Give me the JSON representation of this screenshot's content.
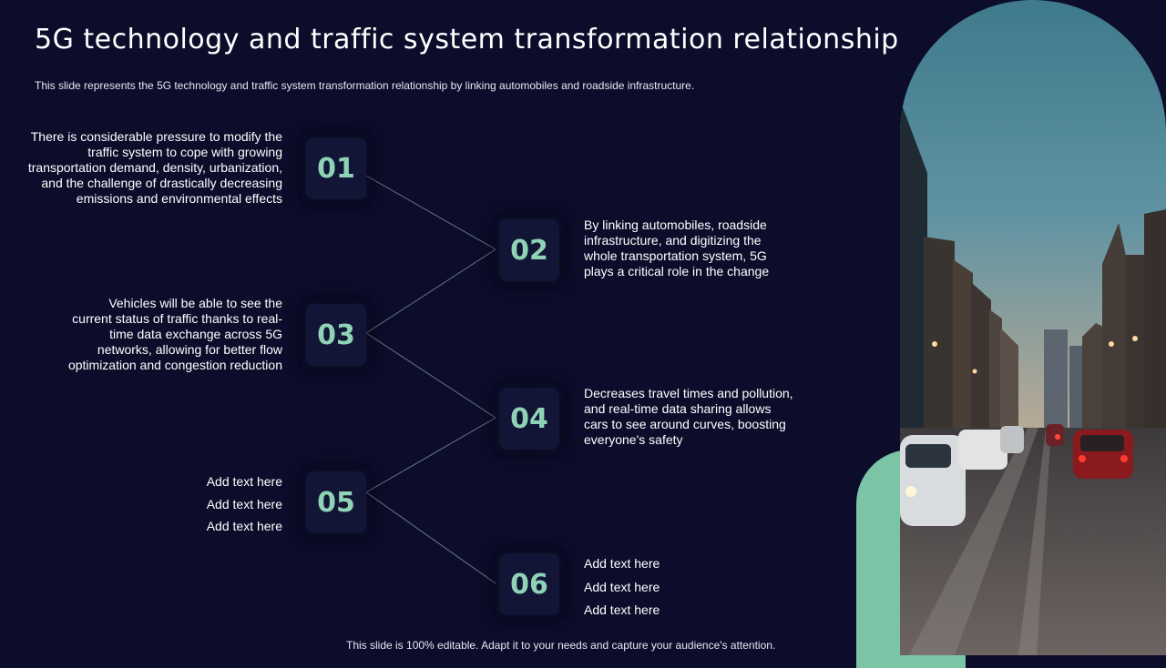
{
  "slide": {
    "title": "5G technology and traffic system transformation relationship",
    "subtitle": "This slide represents the 5G technology and traffic system transformation relationship by linking automobiles and roadside infrastructure.",
    "footer": "This slide is 100% editable. Adapt it to your needs and capture your audience's attention."
  },
  "steps": [
    {
      "number": "01",
      "lines": [
        "There is considerable pressure to modify the",
        "traffic system to cope with growing",
        "transportation demand, density, urbanization,",
        "and the challenge of drastically decreasing",
        "emissions and environmental effects"
      ]
    },
    {
      "number": "02",
      "lines": [
        "By linking automobiles, roadside",
        "infrastructure, and digitizing the",
        "whole transportation system, 5G",
        "plays a critical role in the change"
      ]
    },
    {
      "number": "03",
      "lines": [
        "Vehicles will be able to see the",
        "current status of traffic thanks to real-",
        "time data exchange across 5G",
        "networks, allowing for better flow",
        "optimization and congestion reduction"
      ]
    },
    {
      "number": "04",
      "lines": [
        "Decreases travel times and pollution,",
        "and real-time data sharing allows",
        "cars to see around curves, boosting",
        "everyone's safety"
      ]
    },
    {
      "number": "05",
      "lines": [
        "Add text here",
        "Add text here",
        "Add text here"
      ]
    },
    {
      "number": "06",
      "lines": [
        "Add text here",
        "Add text here",
        "Add text here"
      ]
    }
  ],
  "colors": {
    "background": "#0b0d2b",
    "badge": "#121536",
    "accent": "#8fd3b6",
    "panel": "#7cc4a6"
  }
}
